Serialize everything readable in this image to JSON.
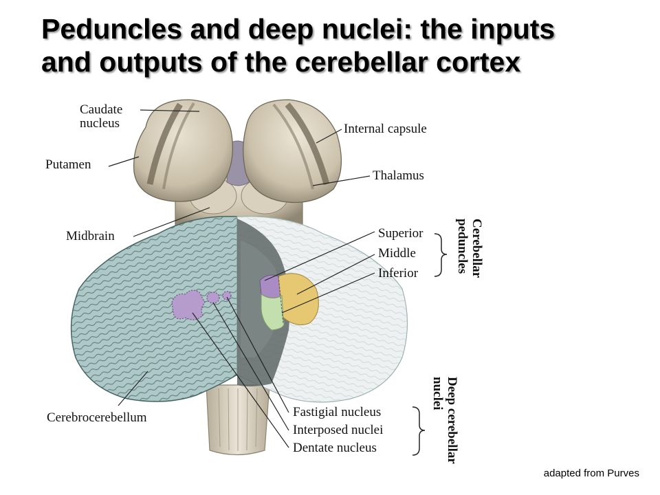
{
  "title": {
    "line1": "Peduncles and deep nuclei: the inputs",
    "line2": "and outputs of the cerebellar cortex"
  },
  "labels": {
    "caudate_1": "Caudate",
    "caudate_2": "nucleus",
    "putamen": "Putamen",
    "midbrain": "Midbrain",
    "internal_capsule": "Internal capsule",
    "thalamus": "Thalamus",
    "superior": "Superior",
    "middle": "Middle",
    "inferior": "Inferior",
    "cerebrocerebellum": "Cerebrocerebellum",
    "fastigial": "Fastigial nucleus",
    "interposed": "Interposed nuclei",
    "dentate": "Dentate nucleus"
  },
  "group_labels": {
    "peduncles_1": "Cerebellar",
    "peduncles_2": "peduncles",
    "nuclei_1": "Deep cerebellar",
    "nuclei_2": "nuclei"
  },
  "credit": "adapted from Purves",
  "colors": {
    "superior_peduncle": "#a98cc4",
    "middle_peduncle": "#e6c873",
    "inferior_peduncle": "#c4dfae",
    "deep_nuclei": "#b69ccc",
    "cerebellum": "#a9c4c4",
    "brain_tan": "#cfc6b2"
  }
}
